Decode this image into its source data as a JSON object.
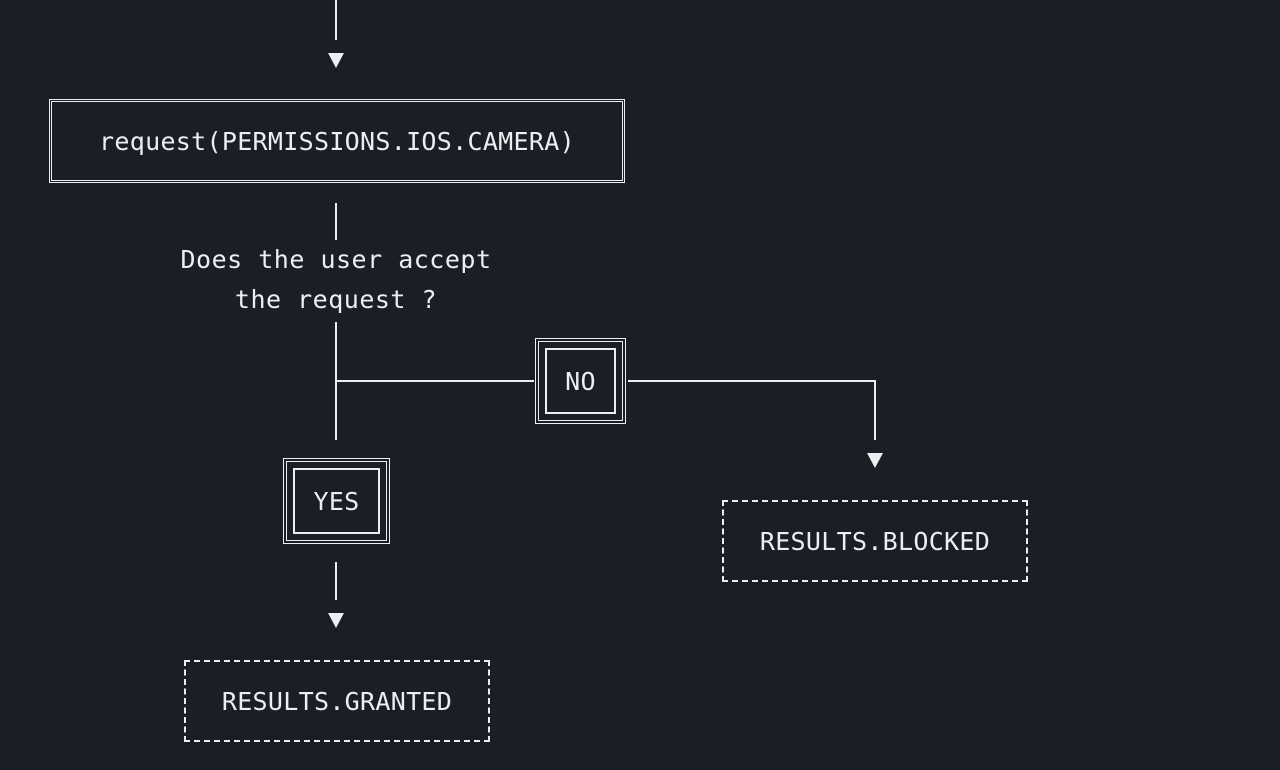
{
  "request_box": {
    "label": "request(PERMISSIONS.IOS.CAMERA)"
  },
  "question": {
    "line1": "Does the user accept",
    "line2": "the request ?"
  },
  "no_label": "NO",
  "yes_label": "YES",
  "blocked_box": {
    "label": "RESULTS.BLOCKED"
  },
  "granted_box": {
    "label": "RESULTS.GRANTED"
  }
}
